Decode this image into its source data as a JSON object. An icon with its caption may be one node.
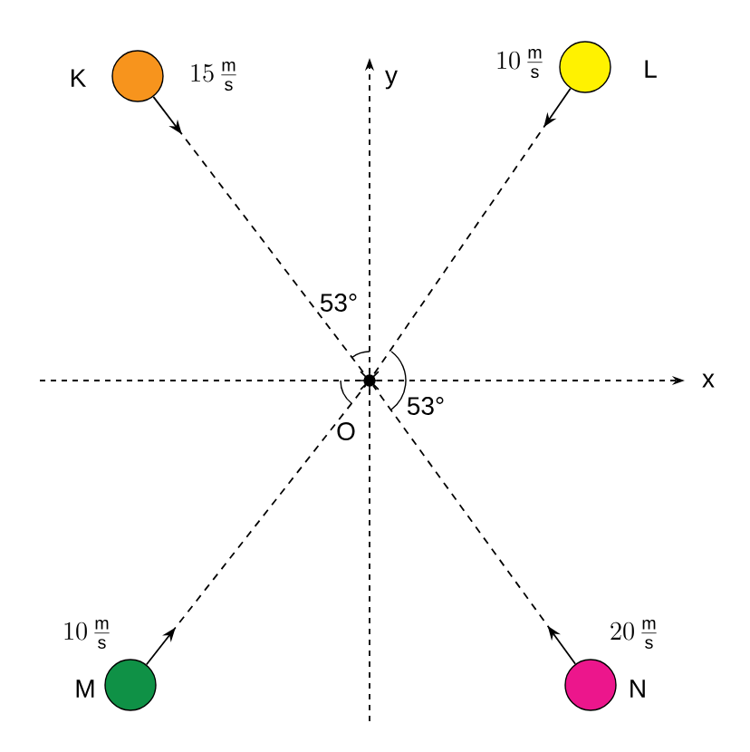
{
  "diagram": {
    "nodes": [
      {
        "text": [],
        "shape": "circle",
        "beside": [
          "K",
          "15\\,\\frac{\\mathrm{m}}{\\mathrm{s}}"
        ]
      },
      {
        "text": [],
        "shape": "circle",
        "beside": [
          "10\\,\\frac{\\mathrm{m}}{\\mathrm{s}}",
          "L"
        ]
      },
      {
        "text": [],
        "shape": "circle",
        "beside": [
          "O"
        ]
      },
      {
        "text": [],
        "shape": "circle",
        "beside": [
          "10\\,\\frac{\\mathrm{m}}{\\mathrm{s}}",
          "M"
        ]
      },
      {
        "text": [],
        "shape": "circle",
        "beside": [
          "20\\,\\frac{\\mathrm{m}}{\\mathrm{s}}",
          "N"
        ]
      }
    ],
    "edges": [
      {
        "from": 0,
        "to": 2,
        "arrow": "to",
        "style": "dashed"
      },
      {
        "from": 1,
        "to": 2,
        "arrow": "to",
        "style": "dashed"
      },
      {
        "from": 3,
        "to": 2,
        "arrow": "to",
        "style": "dashed"
      },
      {
        "from": 4,
        "to": 2,
        "arrow": "to",
        "style": "dashed"
      }
    ],
    "labels": [
      "y",
      "53°",
      "x",
      "53°"
    ]
  }
}
